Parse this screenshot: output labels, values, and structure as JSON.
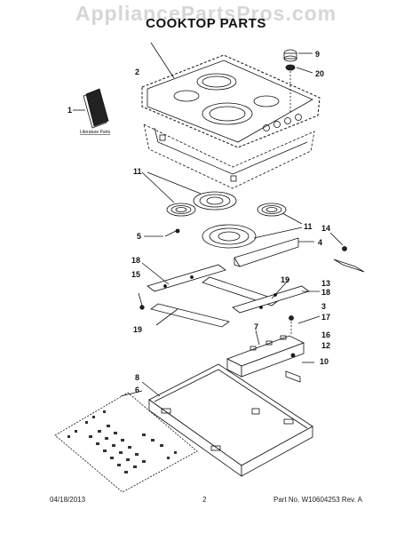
{
  "watermark": "AppliancePartsPros.com",
  "title": "COOKTOP PARTS",
  "literature_label": "Literature Parts",
  "callouts": {
    "c1": "1",
    "c2": "2",
    "c3": "3",
    "c4": "4",
    "c5": "5",
    "c6": "6",
    "c7": "7",
    "c8": "8",
    "c9": "9",
    "c10": "10",
    "c11a": "11",
    "c11b": "11",
    "c12": "12",
    "c13": "13",
    "c14": "14",
    "c15": "15",
    "c16": "16",
    "c17": "17",
    "c18a": "18",
    "c18b": "18",
    "c19a": "19",
    "c19b": "19",
    "c20": "20"
  },
  "footer": {
    "date": "04/18/2013",
    "page": "2",
    "part_no": "Part No. W10604253  Rev. A"
  }
}
